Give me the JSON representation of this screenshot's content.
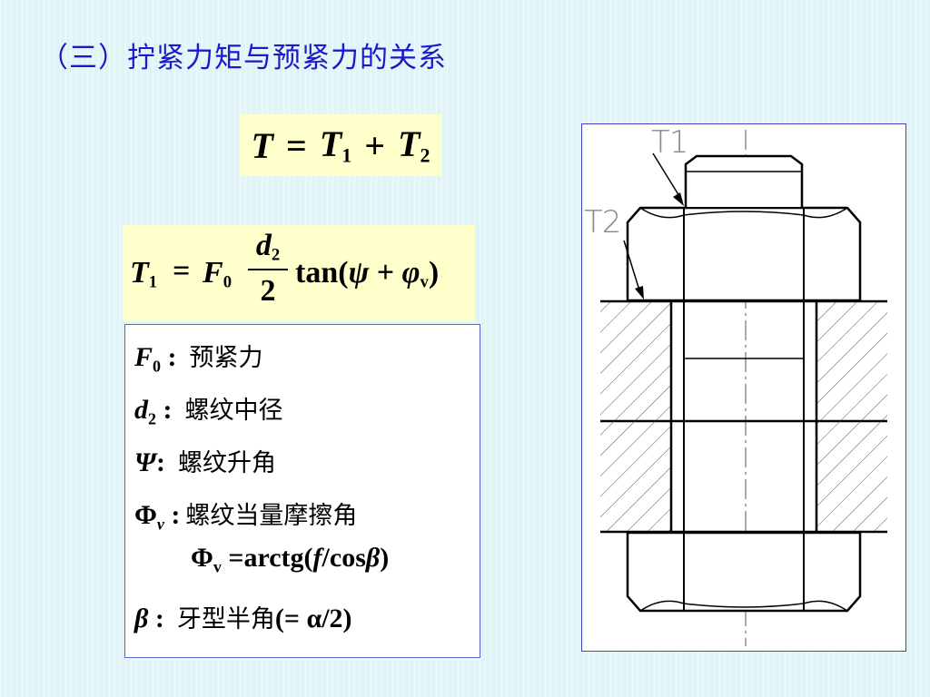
{
  "title": "（三）拧紧力矩与预紧力的关系",
  "equation1": {
    "T": "T",
    "eq": "=",
    "T1": "T",
    "sub1": "1",
    "plus": "+",
    "T2": "T",
    "sub2": "2"
  },
  "equation2": {
    "lhs_sym": "T",
    "lhs_sub": "1",
    "eq": "=",
    "F": "F",
    "F_sub": "0",
    "frac_num_sym": "d",
    "frac_num_sub": "2",
    "frac_den": "2",
    "func": "tan(",
    "psi": "ψ",
    "plus": "+",
    "phi": "φ",
    "phi_sub": "v",
    "close": ")"
  },
  "legend": [
    {
      "sym": "F",
      "sub": "0",
      "colon": ":",
      "desc": "预紧力"
    },
    {
      "sym": "d",
      "sub": "2",
      "colon": ":",
      "desc": "螺纹中径"
    },
    {
      "sym": "Ψ",
      "sub": "",
      "colon": ":",
      "desc": "螺纹升角"
    },
    {
      "sym": "Φ",
      "sub": "v",
      "colon": ":",
      "desc": "螺纹当量摩擦角"
    },
    {
      "sym": "β",
      "sub": "",
      "colon": ":",
      "desc": "牙型半角"
    }
  ],
  "legend_beta_suffix": "(= α/2)",
  "legend_formula": {
    "phi": "Φ",
    "sub": "v",
    "rest1": "=arctg(",
    "f": "f",
    "rest2": "/cos",
    "beta": "β",
    "rest3": ")"
  },
  "drawing_labels": {
    "t1": "T1",
    "t2": "T2"
  }
}
